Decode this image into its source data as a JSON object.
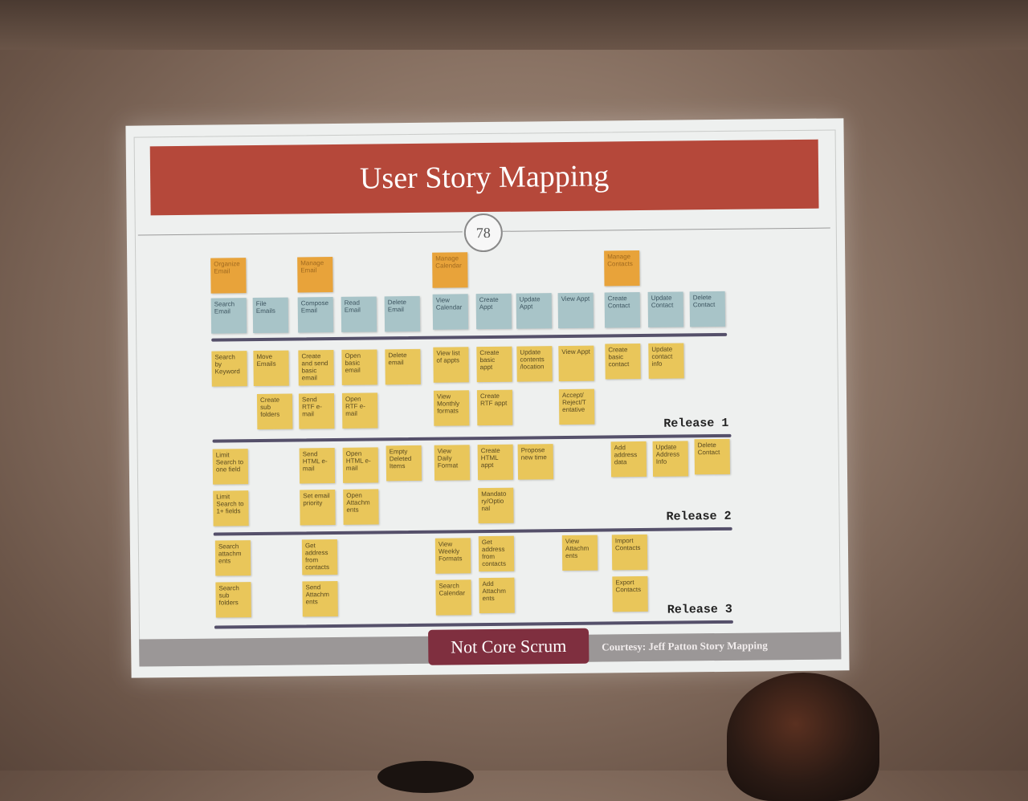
{
  "slide": {
    "title": "User Story Mapping",
    "page_number": "78",
    "footer_badge": "Not Core Scrum",
    "courtesy": "Courtesy:  Jeff Patton Story Mapping"
  },
  "map": {
    "activities": [
      {
        "label": "Organize Email"
      },
      {
        "label": "Manage Email"
      },
      {
        "label": "Manage Calendar"
      },
      {
        "label": "Manage Contacts"
      }
    ],
    "tasks": [
      {
        "label": "Search Email"
      },
      {
        "label": "File Emails"
      },
      {
        "label": "Compose Email"
      },
      {
        "label": "Read Email"
      },
      {
        "label": "Delete Email"
      },
      {
        "label": "View Calendar"
      },
      {
        "label": "Create Appt"
      },
      {
        "label": "Update Appt"
      },
      {
        "label": "View Appt"
      },
      {
        "label": "Create Contact"
      },
      {
        "label": "Update Contact"
      },
      {
        "label": "Delete Contact"
      }
    ],
    "releases": [
      {
        "label": "Release 1",
        "stories": [
          "Search by Keyword",
          "Move Emails",
          "Create and send basic email",
          "Open basic email",
          "Delete email",
          "View list of appts",
          "Create basic appt",
          "Update contents /location",
          "View Appt",
          "Create basic contact",
          "Update contact info",
          "Create sub folders",
          "Send RTF e-mail",
          "Open RTF e-mail",
          "View Monthly formats",
          "Create RTF appt",
          "Accept/ Reject/T entative"
        ]
      },
      {
        "label": "Release 2",
        "stories": [
          "Limit Search to one field",
          "Send HTML e-mail",
          "Open HTML e-mail",
          "Empty Deleted Items",
          "View Daily Format",
          "Create HTML appt",
          "Propose new time",
          "Add address data",
          "Update Address Info",
          "Delete Contact",
          "Limit Search to 1+ fields",
          "Set email priority",
          "Open Attachm ents",
          "Mandato ry/Optio nal"
        ]
      },
      {
        "label": "Release 3",
        "stories": [
          "Search attachm ents",
          "Get address from contacts",
          "View Weekly Formats",
          "Get address from contacts",
          "View Attachm ents",
          "Import Contacts",
          "Search sub folders",
          "Send Attachm ents",
          "Search Calendar",
          "Add Attachm ents",
          "Export Contacts"
        ]
      }
    ]
  }
}
